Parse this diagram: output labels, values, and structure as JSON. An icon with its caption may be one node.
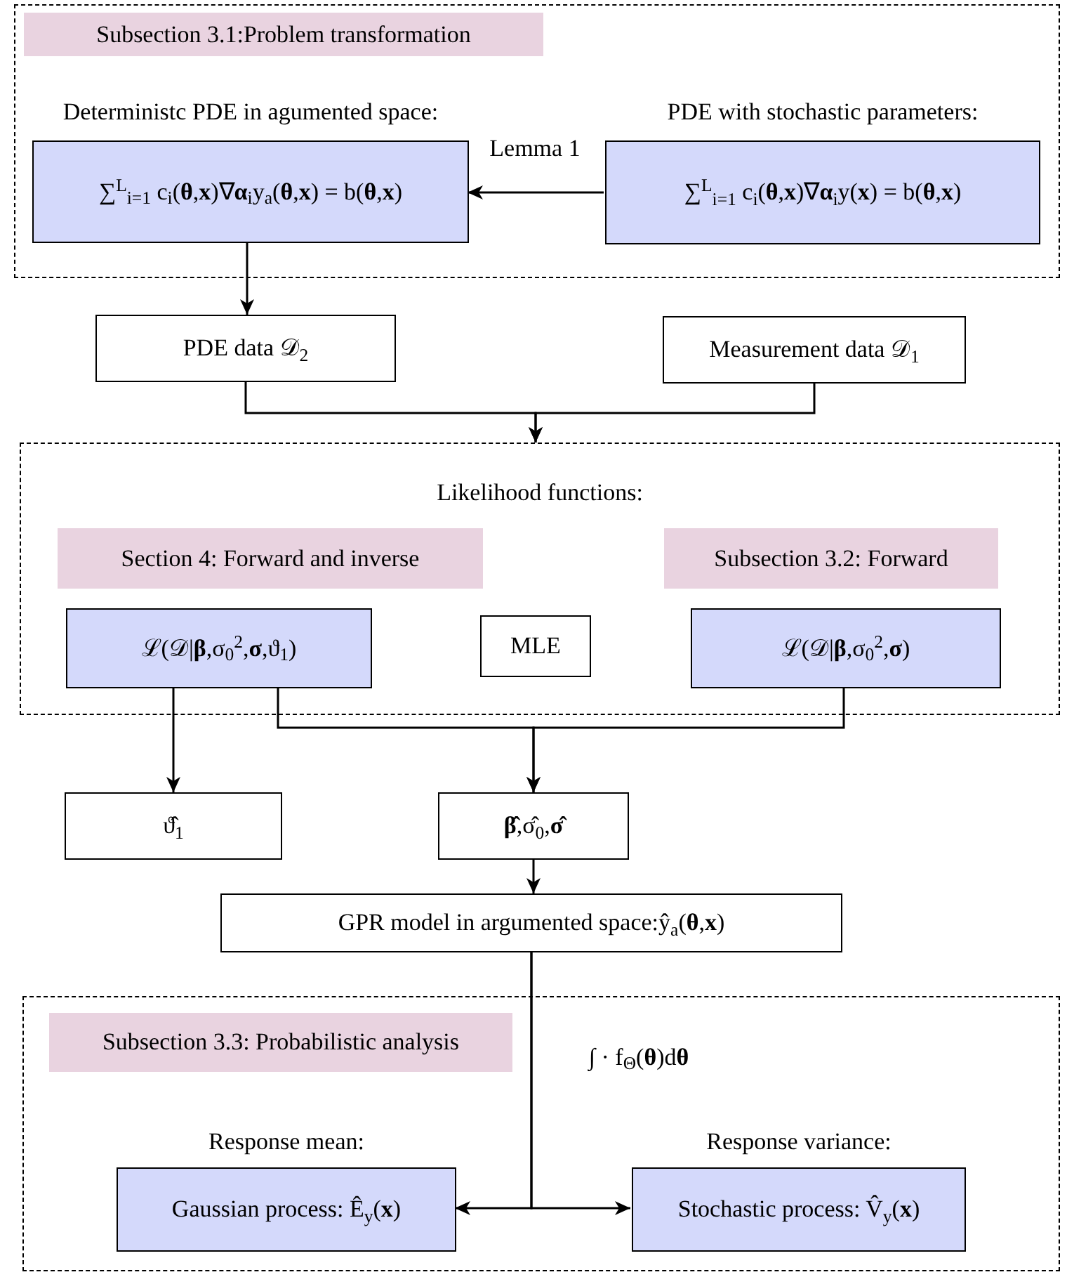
{
  "diagram": {
    "nodes": [
      {
        "text": [],
        "shape": "box"
      },
      {
        "text": [
          "Subsection 3.1:Problem transformation"
        ],
        "in": 0
      },
      {
        "text": [
          "Deterministc PDE in agumented space:",
          "∑$^{L}$$_{i=1}$ c$_{i}$(**θ**,**x**)∇**α**$_{i}$y$_{a}$(**θ**,**x**) = b(**θ**,**x**)"
        ],
        "in": 0
      },
      {
        "text": [
          "PDE with stochastic parameters:",
          "∑$^{L}$$_{i=1}$ c$_{i}$(**θ**,**x**)∇**α**$_{i}$y(**x**) = b(**θ**,**x**)"
        ],
        "in": 0
      },
      {
        "text": [
          "PDE data 𝒟$_{2}$"
        ]
      },
      {
        "text": [
          "Measurement data 𝒟$_{1}$"
        ]
      },
      {
        "text": [
          "Likelihood functions:"
        ]
      },
      {
        "text": [
          "Section 4: Forward and inverse"
        ],
        "in": 6
      },
      {
        "text": [
          "Subsection 3.2: Forward"
        ],
        "in": 6
      },
      {
        "text": [
          "ℒ(𝒟|**β**,σ$_{0}$$^{2}$,**σ**,ϑ$_{1}$)"
        ],
        "in": 6
      },
      {
        "text": [
          "MLE"
        ],
        "in": 6
      },
      {
        "text": [
          "ℒ(𝒟|**β**,σ$_{0}$$^{2}$,**σ**)"
        ],
        "in": 6
      },
      {
        "text": [
          "ϑ̂$_{1}$"
        ]
      },
      {
        "text": [
          "**β̂**,σ̂$_{0}$,**σ̂**"
        ]
      },
      {
        "text": [
          "GPR model in argumented space:ŷ$_{a}$(**θ**,**x**)"
        ]
      },
      {
        "text": [],
        "shape": "box"
      },
      {
        "text": [
          "Subsection 3.3: Probabilistic analysis"
        ],
        "in": 15
      },
      {
        "text": [
          "Response mean:",
          "Gaussian process: Ê$_{y}$(**x**)"
        ],
        "in": 15
      },
      {
        "text": [
          "Response variance:",
          "Stochastic process: V̂$_{y}$(**x**)"
        ],
        "in": 15
      }
    ],
    "edges": [
      {
        "from": 3,
        "to": 2,
        "arrow": "to",
        "label": "Lemma 1"
      },
      {
        "from": 2,
        "to": 4,
        "arrow": "to"
      },
      {
        "from": 4,
        "to": 6,
        "arrow": "to"
      },
      {
        "from": 5,
        "to": 6,
        "arrow": "to"
      },
      {
        "from": 9,
        "to": 12,
        "arrow": "to"
      },
      {
        "from": 9,
        "to": 13,
        "arrow": "to"
      },
      {
        "from": 11,
        "to": 13,
        "arrow": "to"
      },
      {
        "from": 13,
        "to": 14,
        "arrow": "to"
      },
      {
        "from": 14,
        "to": 17,
        "arrow": "to",
        "label": "∫ · f$_{Θ}$(**θ**)d**θ**"
      },
      {
        "from": 14,
        "to": 18,
        "arrow": "to"
      }
    ]
  }
}
